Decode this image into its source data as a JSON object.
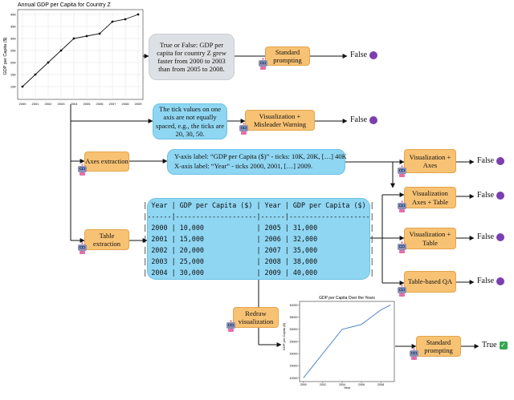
{
  "chart1": {
    "title": "Annual GDP per Capita for Country Z",
    "ylabel": "GDP per Capita ($)",
    "x_ticks": [
      "2000",
      "2001",
      "2002",
      "2003",
      "2004",
      "2005",
      "2006",
      "2007",
      "2008",
      "2009"
    ],
    "y_ticks": [
      "10K",
      "15K",
      "20K",
      "25K",
      "30K",
      "35K",
      "40K"
    ]
  },
  "chart2": {
    "title": "GDP per Capita Over the Years",
    "xlabel": "Year",
    "ylabel": "GDP per Capita ($)",
    "x_ticks": [
      "2000",
      "2002",
      "2004",
      "2006",
      "2008"
    ],
    "y_ticks": [
      "10000",
      "15000",
      "20000",
      "25000",
      "30000",
      "35000",
      "40000"
    ]
  },
  "chart_data": [
    {
      "type": "line",
      "title": "Annual GDP per Capita for Country Z",
      "xlabel": "",
      "ylabel": "GDP per Capita ($)",
      "x": [
        2000,
        2001,
        2002,
        2003,
        2004,
        2005,
        2006,
        2007,
        2008,
        2009
      ],
      "values": [
        10000,
        15000,
        20000,
        25000,
        30000,
        31000,
        32000,
        37000,
        38000,
        40000
      ],
      "y_axis_ticks": [
        10000,
        15000,
        20000,
        25000,
        30000,
        35000,
        40000
      ],
      "y_axis_ticks_note": "",
      "markers": true,
      "grid": true
    },
    {
      "type": "line",
      "title": "GDP per Capita Over the Years",
      "xlabel": "Year",
      "ylabel": "GDP per Capita ($)",
      "x": [
        2000,
        2001,
        2002,
        2003,
        2004,
        2005,
        2006,
        2007,
        2008,
        2009
      ],
      "values": [
        10000,
        15000,
        20000,
        25000,
        30000,
        31000,
        32000,
        35000,
        38000,
        40000
      ],
      "xlim": [
        1999.6,
        2009.4
      ],
      "ylim": [
        8500,
        41500
      ],
      "markers": false,
      "grid": false
    }
  ],
  "question": "True or False: GDP per capita for country Z grew faster from 2000 to 2003 than from 2005 to 2008.",
  "warning_text": "The tick values on one axis are not equally spaced, e.g., the ticks are 20, 30, 50.",
  "axes_text_line1": "Y-axis label:  “GDP per Capita ($)” - ticks: 10K, 20K, […] 40K",
  "axes_text_line2": "X-axis label: “Year” - ticks 2000, 2001, […] 2009.",
  "table_text": "| Year | GDP per Capita ($) | Year | GDP per Capita ($) |\n|------|--------------------|------|--------------------|\n| 2000 | 10,000             | 2005 | 31,000             |\n| 2001 | 15,000             | 2006 | 32,000             |\n| 2002 | 20,000             | 2007 | 35,000             |\n| 2003 | 25,000             | 2008 | 38,000             |\n| 2004 | 30,000             | 2009 | 40,000             |",
  "labels": {
    "standard_prompting": "Standard prompting",
    "vis_misleader": "Visualization + Misleader Warning",
    "axes_extraction": "Axes extraction",
    "table_extraction": "Table extraction",
    "vis_axes": "Visualization + Axes",
    "vis_axes_table": "Visualization Axes + Table",
    "vis_table": "Visualization + Table",
    "table_qa": "Table-based QA",
    "redraw": "Redraw visualization",
    "standard_prompting2": "Standard prompting"
  },
  "results": {
    "r1": "False",
    "r2": "False",
    "r3": "False",
    "r4": "False",
    "r5": "False",
    "r6": "False",
    "r7": "True"
  },
  "colors": {
    "orange_box": "#f7c274",
    "blue_box": "#8fd6f2",
    "grey_box": "#dde0e4",
    "false_icon": "#7a3fb0",
    "true_icon": "#35a853",
    "line2": "#3b78c4"
  },
  "icons": {
    "false_icon": "purple-devil-emoji-icon",
    "true_icon": "green-check-icon",
    "robot_icon": "robot-icon"
  }
}
